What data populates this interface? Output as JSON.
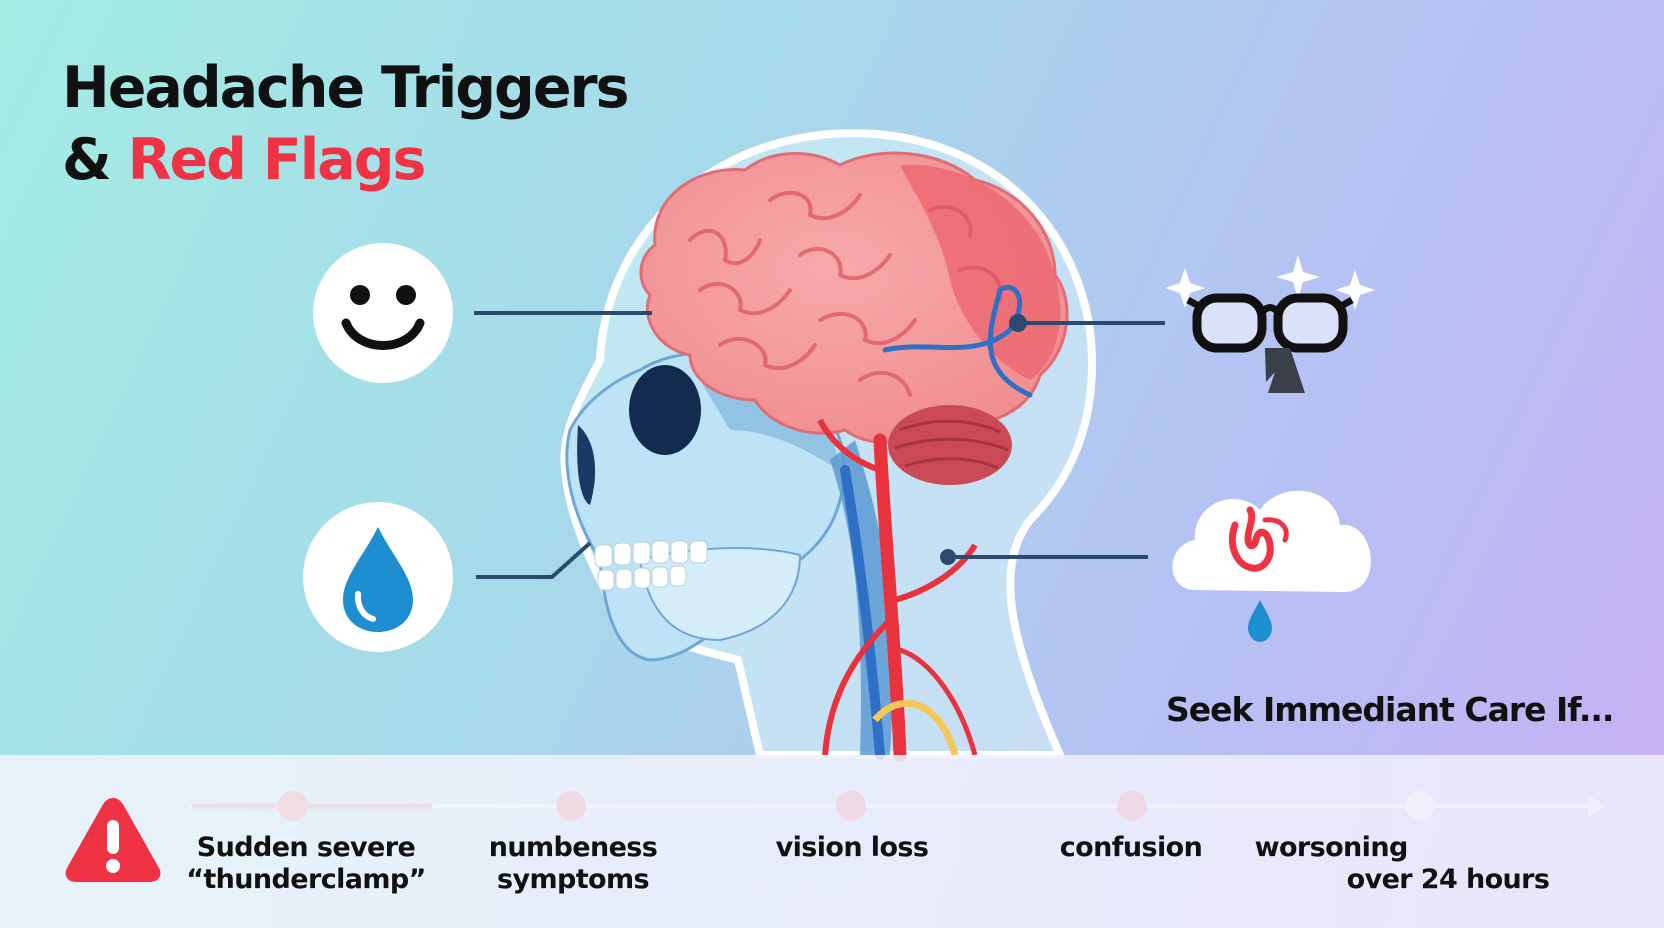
{
  "title": {
    "line1": "Headache Triggers",
    "line2_prefix": "& ",
    "line2_highlight": "Red Flags"
  },
  "callout": "Seek Immediant Care If...",
  "icons": [
    "smiley-face-icon",
    "water-drop-icon",
    "glasses-sparkle-icon",
    "cloud-stomach-icon",
    "warning-triangle-icon"
  ],
  "red_flags": [
    {
      "line1": "Sudden severe",
      "line2": "“thunderclamp”"
    },
    {
      "line1": "numbeness",
      "line2": "symptoms"
    },
    {
      "line1": "vision loss",
      "line2": ""
    },
    {
      "line1": "confusion",
      "line2": ""
    },
    {
      "line1": "worsoning",
      "line2": "over 24 hours"
    }
  ],
  "colors": {
    "accent_red": "#ef3344",
    "line_navy": "#2c4a6e",
    "drop_blue": "#1d8fd0"
  }
}
